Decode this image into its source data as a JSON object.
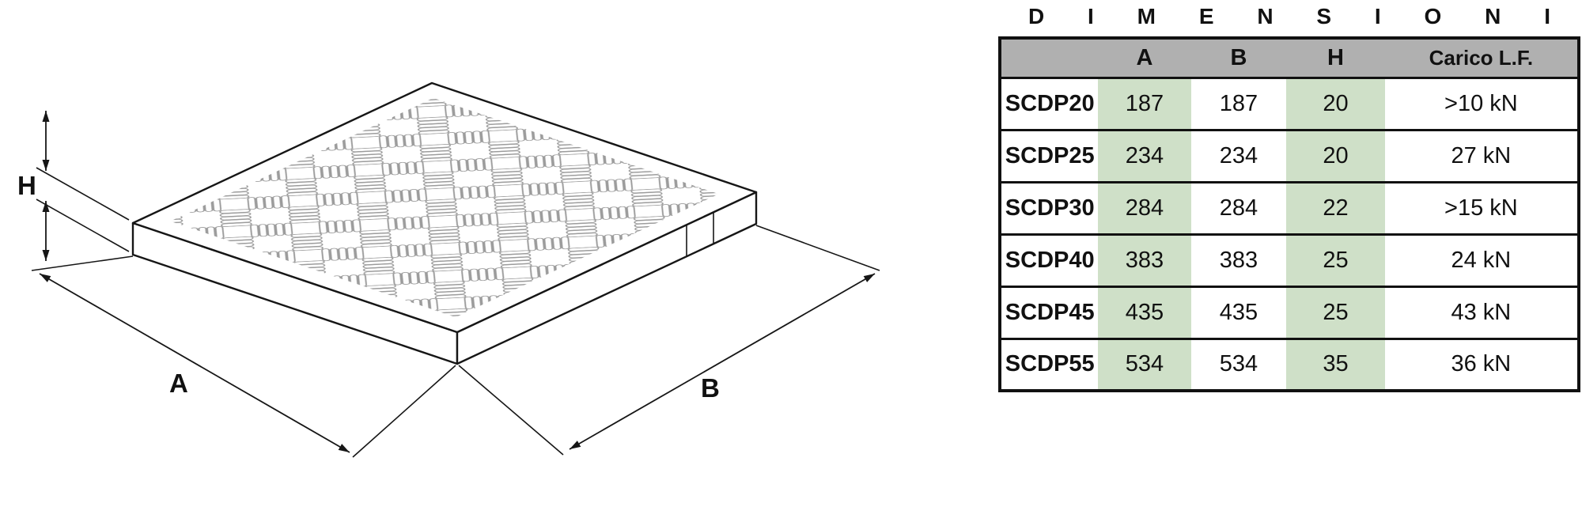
{
  "diagram": {
    "dim_a_label": "A",
    "dim_b_label": "B",
    "dim_h_label": "H"
  },
  "table": {
    "title": "D I M E N S I O N I",
    "headers": {
      "model": "",
      "a": "A",
      "b": "B",
      "h": "H",
      "load": "Carico L.F."
    },
    "rows": [
      {
        "model": "SCDP20",
        "a": "187",
        "b": "187",
        "h": "20",
        "load": ">10 kN"
      },
      {
        "model": "SCDP25",
        "a": "234",
        "b": "234",
        "h": "20",
        "load": "27 kN"
      },
      {
        "model": "SCDP30",
        "a": "284",
        "b": "284",
        "h": "22",
        "load": ">15 kN"
      },
      {
        "model": "SCDP40",
        "a": "383",
        "b": "383",
        "h": "25",
        "load": "24 kN"
      },
      {
        "model": "SCDP45",
        "a": "435",
        "b": "435",
        "h": "25",
        "load": "43 kN"
      },
      {
        "model": "SCDP55",
        "a": "534",
        "b": "534",
        "h": "35",
        "load": "36 kN"
      }
    ],
    "colors": {
      "header_bg": "#b0b0b0",
      "highlight_bg": "#cfe0c8",
      "border": "#111111"
    }
  }
}
